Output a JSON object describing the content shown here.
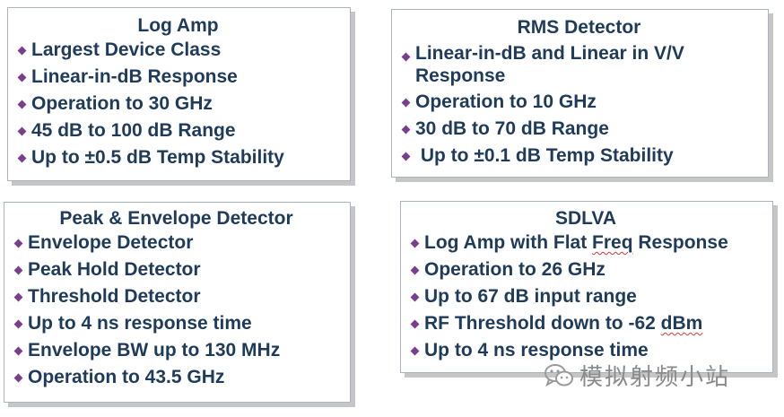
{
  "cards": {
    "log_amp": {
      "title": "Log Amp",
      "items": [
        "Largest Device Class",
        "Linear-in-dB Response",
        "Operation to 30 GHz",
        "45 dB to 100 dB Range",
        "Up to ±0.5 dB Temp Stability"
      ]
    },
    "rms_detector": {
      "title": "RMS Detector",
      "items": [
        "Linear-in-dB and Linear in V/V Response",
        "Operation to 10 GHz",
        "30 dB to 70 dB Range",
        " Up to ±0.1 dB Temp Stability"
      ]
    },
    "peak_envelope": {
      "title": "Peak & Envelope Detector",
      "items": [
        "Envelope Detector",
        "Peak Hold Detector",
        "Threshold Detector",
        "Up to 4 ns response time",
        "Envelope BW up to 130 MHz",
        "Operation to 43.5 GHz"
      ]
    },
    "sdlva": {
      "title": "SDLVA",
      "item1_pre": "Log Amp with Flat ",
      "item1_word": "Freq",
      "item1_post": " Response",
      "item2": "Operation to 26 GHz",
      "item3": "Up to 67 dB input range",
      "item4_pre": "RF Threshold down to -62 ",
      "item4_word": "dBm",
      "item5": "Up to 4 ns response time"
    }
  },
  "watermark": {
    "text": "模拟射频小站",
    "icon": "wechat-icon"
  },
  "colors": {
    "text": "#1f3b5b",
    "bullet": "#7a3f8c",
    "border": "#aab4c0",
    "shadow": "#c6c6c6",
    "watermark": "#8a8a8a",
    "spellcheck": "#d23a3a"
  }
}
